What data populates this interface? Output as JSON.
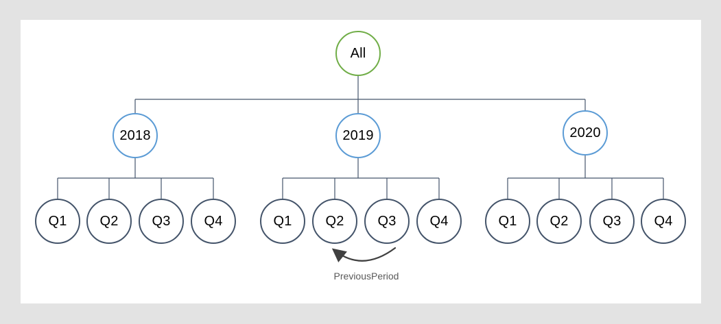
{
  "colors": {
    "page-bg": "#e3e3e3",
    "panel-bg": "#ffffff",
    "root-border": "#70AD47",
    "year-border": "#5B9BD5",
    "quarter-border": "#44546A",
    "line": "#44546A",
    "arrow": "#404040",
    "node-text": "#000000",
    "annotation-text": "#595959"
  },
  "diagram": {
    "root": {
      "label": "All"
    },
    "years": [
      {
        "label": "2018",
        "quarters": [
          "Q1",
          "Q2",
          "Q3",
          "Q4"
        ]
      },
      {
        "label": "2019",
        "quarters": [
          "Q1",
          "Q2",
          "Q3",
          "Q4"
        ]
      },
      {
        "label": "2020",
        "quarters": [
          "Q1",
          "Q2",
          "Q3",
          "Q4"
        ]
      }
    ],
    "annotation": {
      "label": "PreviousPeriod",
      "arrow_from": "2019 Q3",
      "arrow_to": "2019 Q2"
    }
  }
}
